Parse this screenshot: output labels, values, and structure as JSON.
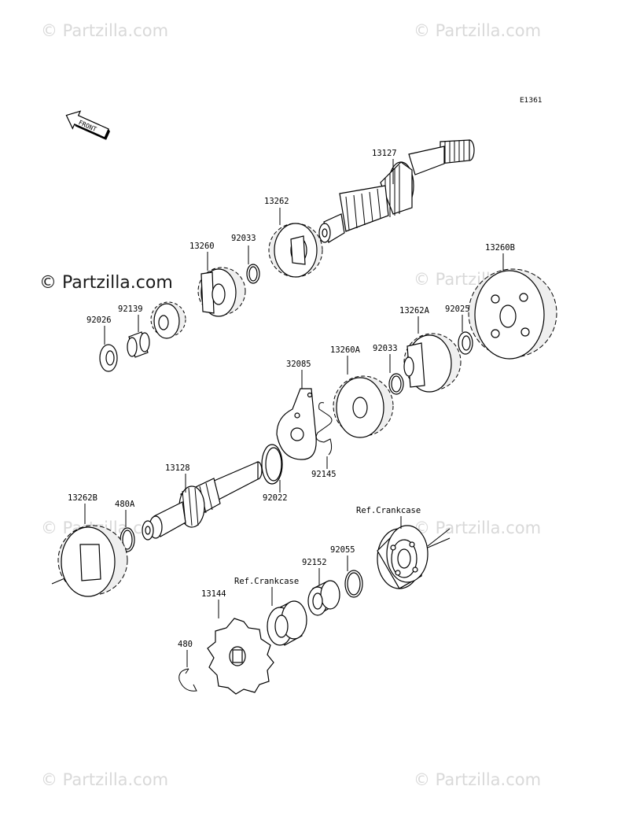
{
  "watermarks": {
    "top_left": "© Partzilla.com",
    "top_right": "© Partzilla.com",
    "mid_left": "© Partzilla.com",
    "mid_right": "© Partzilla.com",
    "lower_left": "© Partzilla.com",
    "lower_right": "© Partzilla.com",
    "bottom_left": "© Partzilla.com",
    "bottom_right": "© Partzilla.com"
  },
  "diagram_code": "E1361",
  "front_badge": "FRONT",
  "labels": {
    "p13127": "13127",
    "p13262": "13262",
    "p92033a": "92033",
    "p13260": "13260",
    "p13260b": "13260B",
    "p92139": "92139",
    "p92026": "92026",
    "p13262a": "13262A",
    "p92025": "92025",
    "p13260a": "13260A",
    "p92033b": "92033",
    "p32085": "32085",
    "p92145": "92145",
    "p92022": "92022",
    "p13128": "13128",
    "p13262b": "13262B",
    "p480a": "480A",
    "ref_crankcase_top": "Ref.Crankcase",
    "p92055": "92055",
    "p92152": "92152",
    "ref_crankcase_mid": "Ref.Crankcase",
    "p13144": "13144",
    "p480": "480"
  }
}
